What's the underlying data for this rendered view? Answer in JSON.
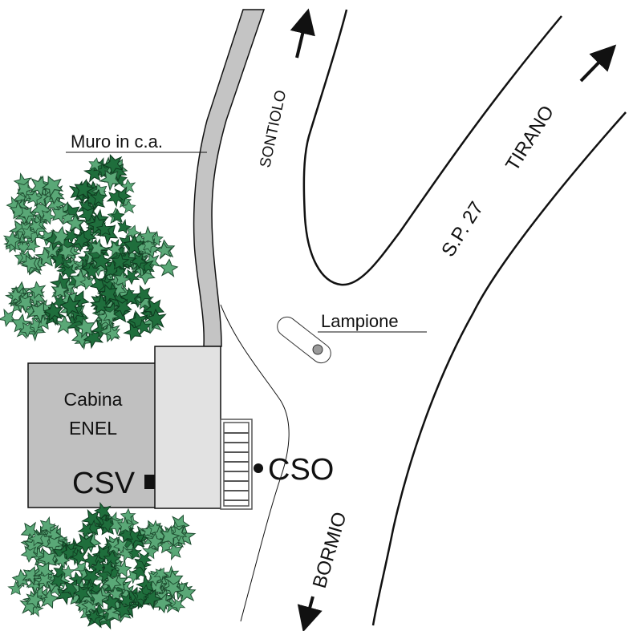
{
  "labels": {
    "wall": "Muro in c.a.",
    "lamp": "Lampione",
    "cabin_line1": "Cabina",
    "cabin_line2": "ENEL",
    "csv": "CSV",
    "cso": "CSO",
    "dir_sontiolo": "SONTIOLO",
    "road_name": "S.P. 27",
    "dir_tirano": "TIRANO",
    "dir_bormio": "BORMIO"
  },
  "colors": {
    "wall_fill": "#c4c4c4",
    "cabin_fill": "#c0c0c0",
    "annex_fill": "#e2e2e2",
    "tree_dark": "#1f6e3c",
    "tree_light": "#4a9c6a",
    "line": "#111111"
  },
  "legend_icons": {
    "csv_marker": "square-marker-icon",
    "cso_marker": "dot-marker-icon",
    "lamp_marker": "lamp-post-icon",
    "arrows": "direction-arrow-icon",
    "trees": "tree-cluster-icon"
  }
}
